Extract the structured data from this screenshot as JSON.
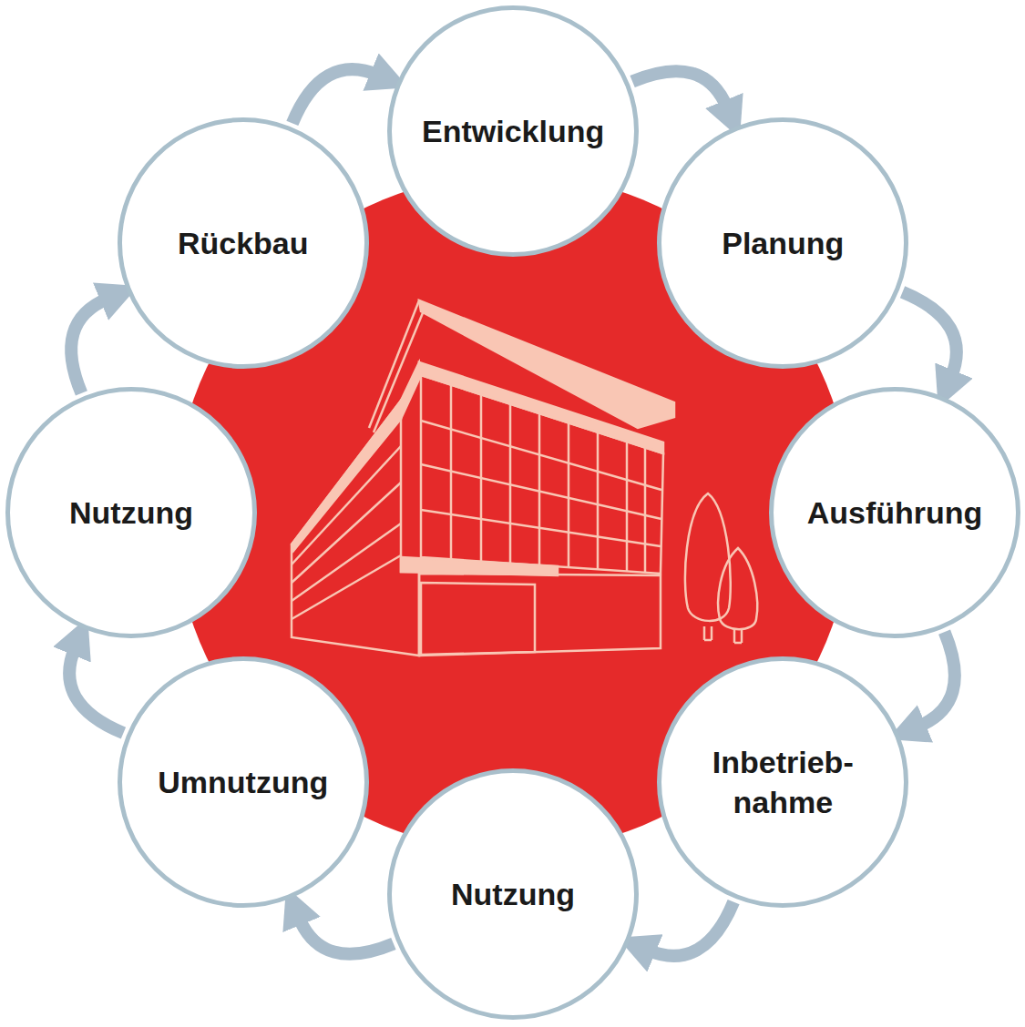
{
  "diagram": {
    "nodes": [
      {
        "text": [
          "Entwicklung"
        ]
      },
      {
        "text": [
          "Planung"
        ]
      },
      {
        "text": [
          "Ausführung"
        ]
      },
      {
        "text": [
          "Inbetrieb- nahme"
        ]
      },
      {
        "text": [
          "Nutzung"
        ]
      },
      {
        "text": [
          "Umnutzung"
        ]
      },
      {
        "text": [
          "Nutzung"
        ]
      },
      {
        "text": [
          "Rückbau"
        ]
      }
    ],
    "edges": [
      {
        "from": 0,
        "to": 1,
        "arrow": "to"
      },
      {
        "from": 1,
        "to": 2,
        "arrow": "to"
      },
      {
        "from": 2,
        "to": 3,
        "arrow": "to"
      },
      {
        "from": 3,
        "to": 4,
        "arrow": "to"
      },
      {
        "from": 4,
        "to": 5,
        "arrow": "to"
      },
      {
        "from": 5,
        "to": 6,
        "arrow": "to"
      },
      {
        "from": 6,
        "to": 7,
        "arrow": "to"
      },
      {
        "from": 7,
        "to": 0,
        "arrow": "to"
      }
    ]
  }
}
